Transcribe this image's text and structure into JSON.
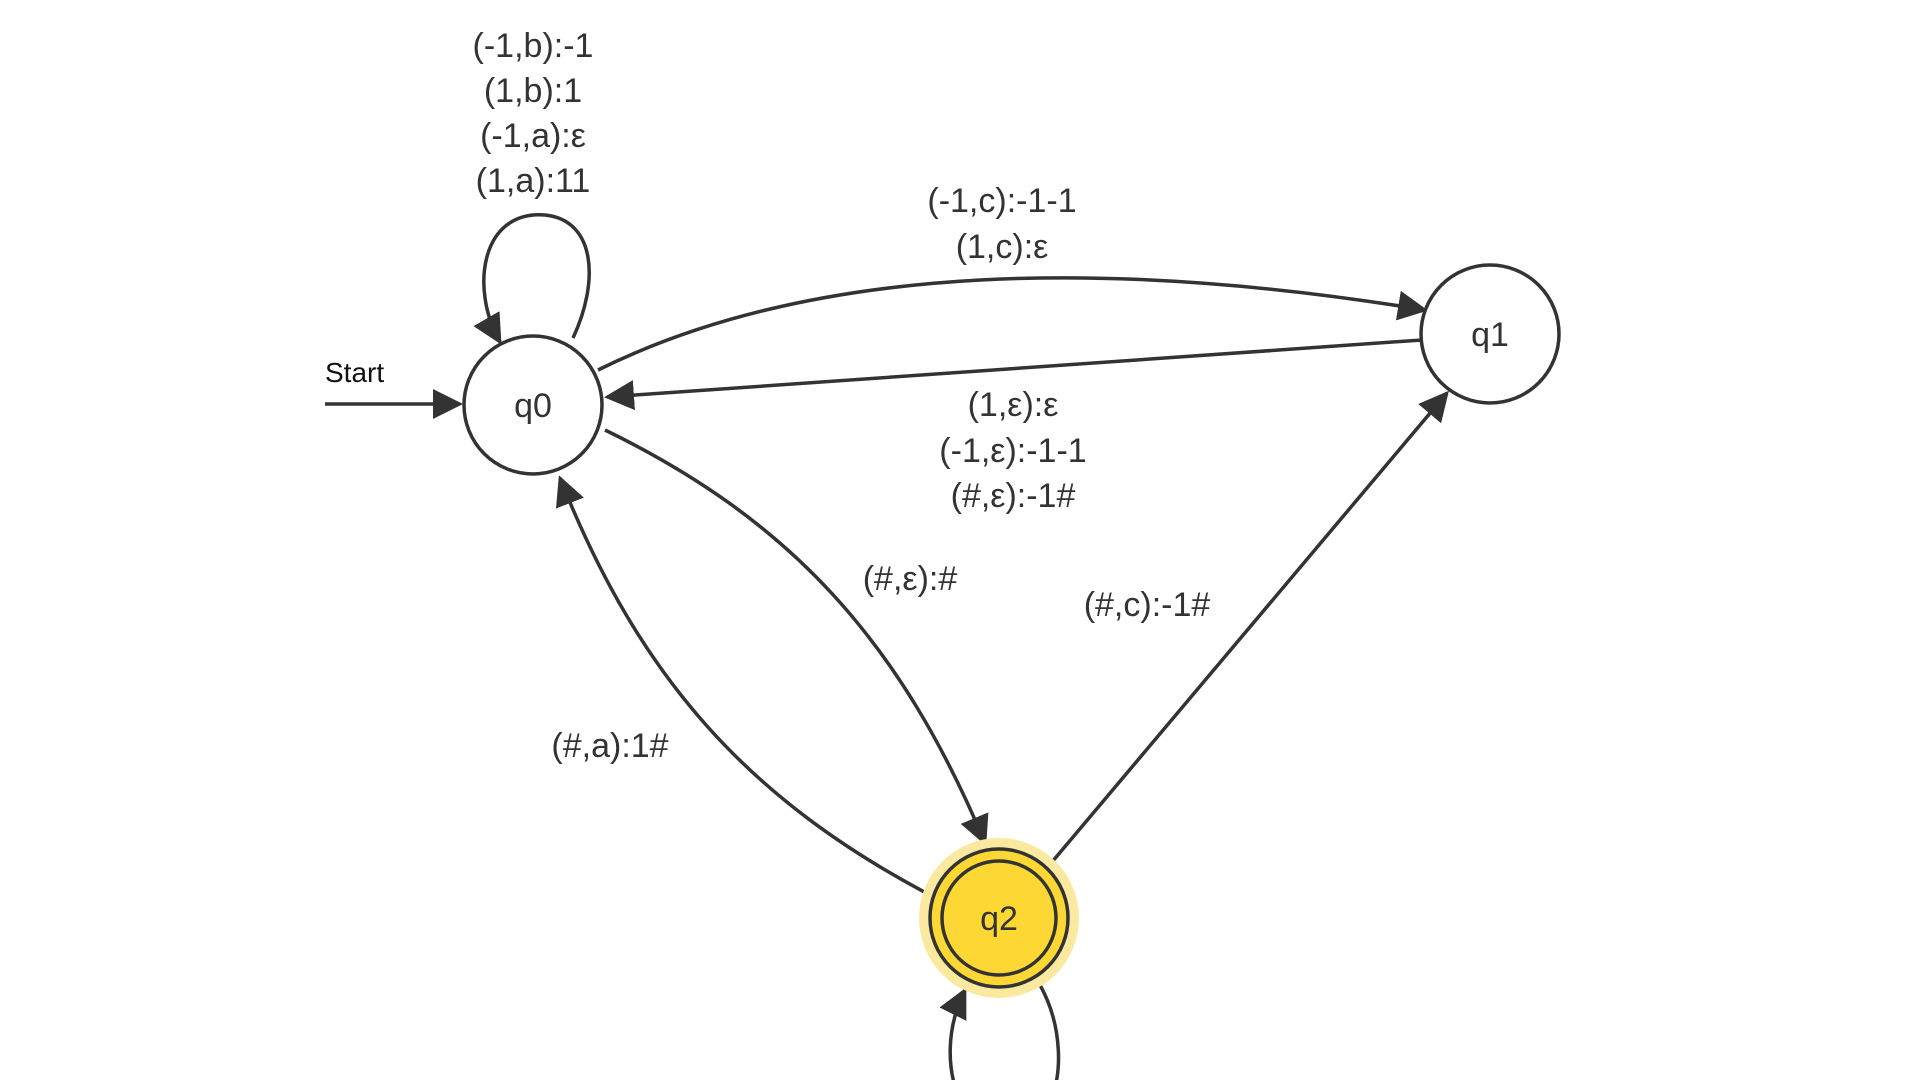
{
  "diagram": {
    "start_label": "Start",
    "states": [
      {
        "id": "q0",
        "label": "q0",
        "accepting": false,
        "highlighted": false
      },
      {
        "id": "q1",
        "label": "q1",
        "accepting": false,
        "highlighted": false
      },
      {
        "id": "q2",
        "label": "q2",
        "accepting": true,
        "highlighted": true
      }
    ],
    "transitions": [
      {
        "from": "q0",
        "to": "q0",
        "labels": [
          "(-1,b):-1",
          "(1,b):1",
          "(-1,a):ε",
          "(1,a):11"
        ]
      },
      {
        "from": "q0",
        "to": "q1",
        "labels": [
          "(-1,c):-1-1",
          "(1,c):ε"
        ]
      },
      {
        "from": "q1",
        "to": "q0",
        "labels": [
          "(1,ε):ε",
          "(-1,ε):-1-1",
          "(#,ε):-1#"
        ]
      },
      {
        "from": "q0",
        "to": "q2",
        "labels": [
          "(#,ε):#"
        ]
      },
      {
        "from": "q2",
        "to": "q0",
        "labels": [
          "(#,a):1#"
        ]
      },
      {
        "from": "q2",
        "to": "q1",
        "labels": [
          "(#,c):-1#"
        ]
      },
      {
        "from": "q2",
        "to": "q2",
        "labels": []
      }
    ]
  },
  "colors": {
    "stroke": "#333333",
    "highlight_fill": "#fdd835",
    "highlight_glow": "#fbe9a0",
    "background": "#ffffff"
  }
}
